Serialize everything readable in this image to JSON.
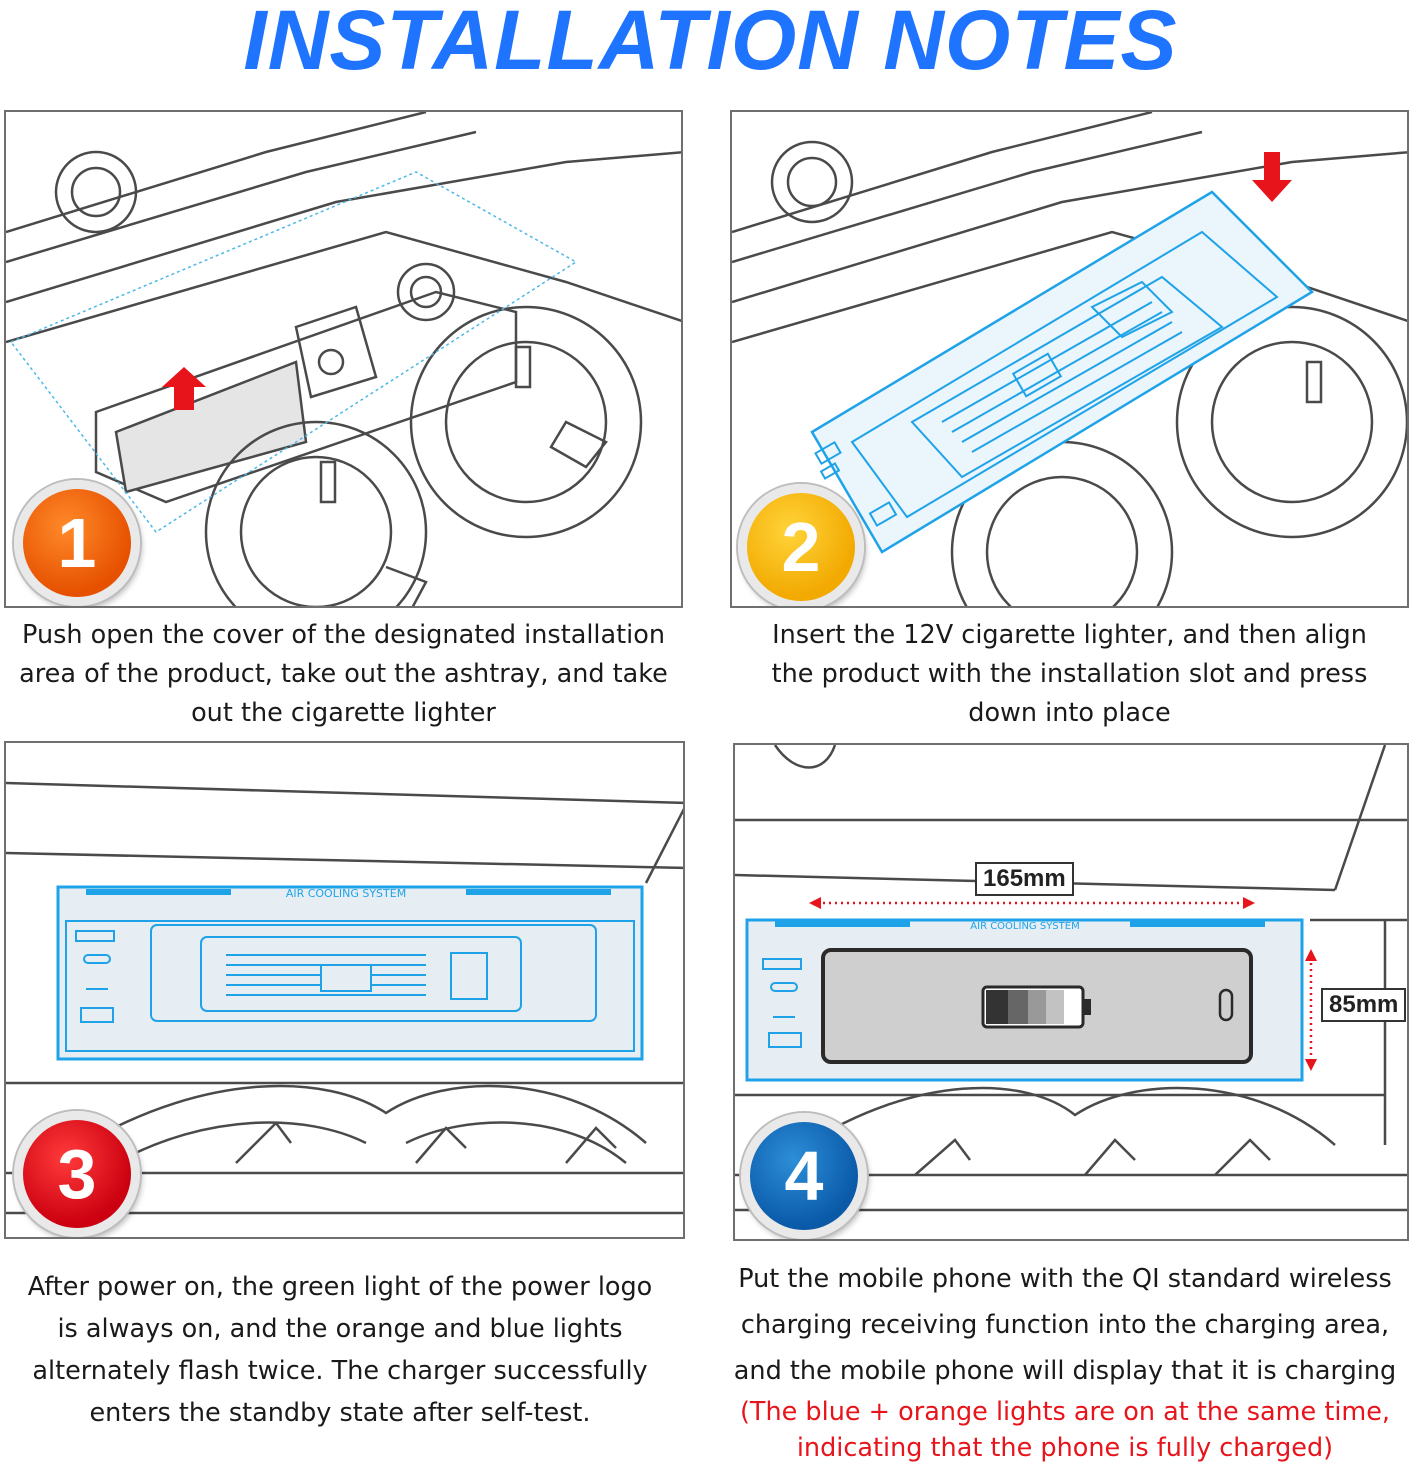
{
  "title": "INSTALLATION NOTES",
  "steps": [
    {
      "number": "1",
      "lines": [
        "Push open the cover of the designated installation",
        "area of the product, take out the ashtray, and take",
        "out the cigarette lighter"
      ]
    },
    {
      "number": "2",
      "lines": [
        "Insert the 12V cigarette lighter, and then align",
        "the product with the installation slot and press",
        "down into place"
      ]
    },
    {
      "number": "3",
      "panel_label": "AIR COOLING SYSTEM",
      "lines": [
        "After power on, the green light of the power logo",
        "is always on, and the orange and blue lights",
        "alternately flash twice. The charger successfully",
        "enters the standby state after self-test."
      ]
    },
    {
      "number": "4",
      "panel_label": "AIR COOLING SYSTEM",
      "width_label": "165mm",
      "height_label": "85mm",
      "lines": [
        "Put the mobile phone with the QI standard wireless",
        "charging receiving function into the charging area,",
        "and the mobile phone will display that it is charging"
      ],
      "note_lines": [
        "(The blue + orange lights are on at the same time,",
        "indicating that the phone is fully charged)"
      ]
    }
  ],
  "colors": {
    "title": "#1e73ff",
    "product_outline": "#1fa3e8",
    "arrow": "#e8141b",
    "note": "#e8141b",
    "badge_1": "#e65100",
    "badge_2": "#f2a900",
    "badge_3": "#cc0010",
    "badge_4": "#0a5aa8"
  }
}
